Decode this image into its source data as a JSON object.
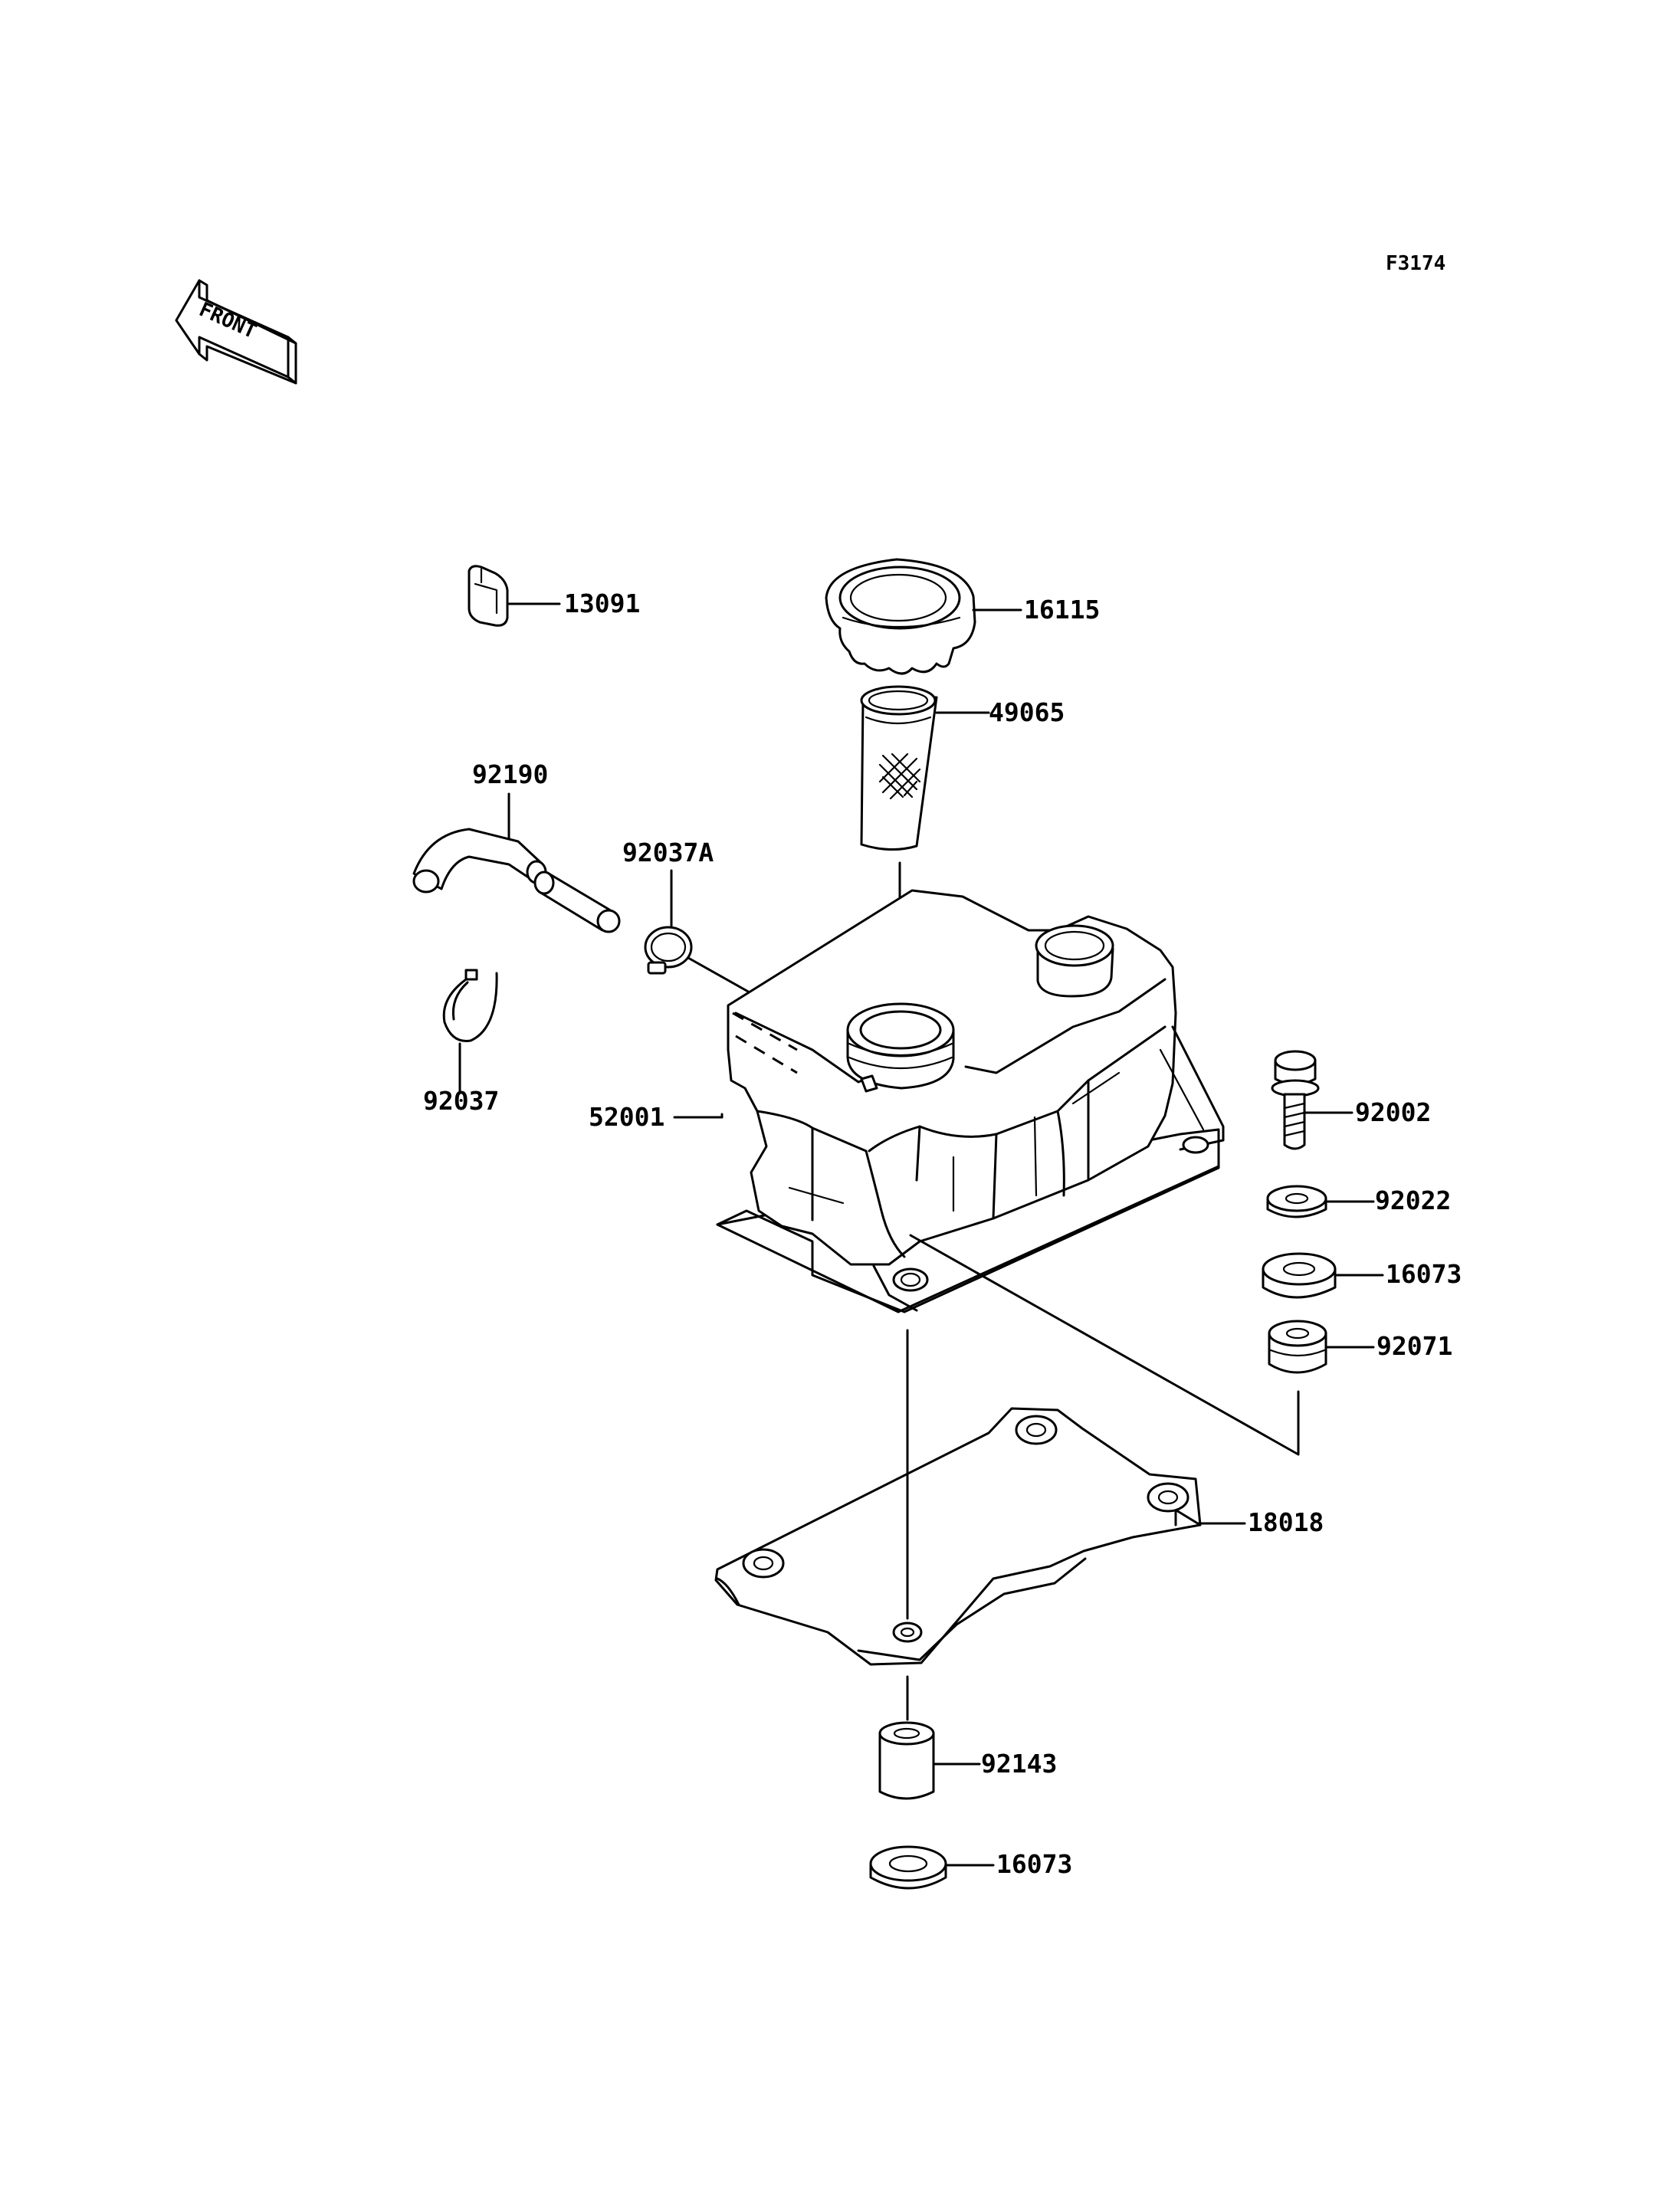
{
  "diagram_code": "F3174",
  "front_indicator": "FRONT",
  "parts": {
    "p13091": "13091",
    "p16115": "16115",
    "p49065": "49065",
    "p92190": "92190",
    "p92037A": "92037A",
    "p92037": "92037",
    "p52001": "52001",
    "p92002": "92002",
    "p92022": "92022",
    "p16073_upper": "16073",
    "p92071": "92071",
    "p18018": "18018",
    "p92143": "92143",
    "p16073_lower": "16073"
  }
}
